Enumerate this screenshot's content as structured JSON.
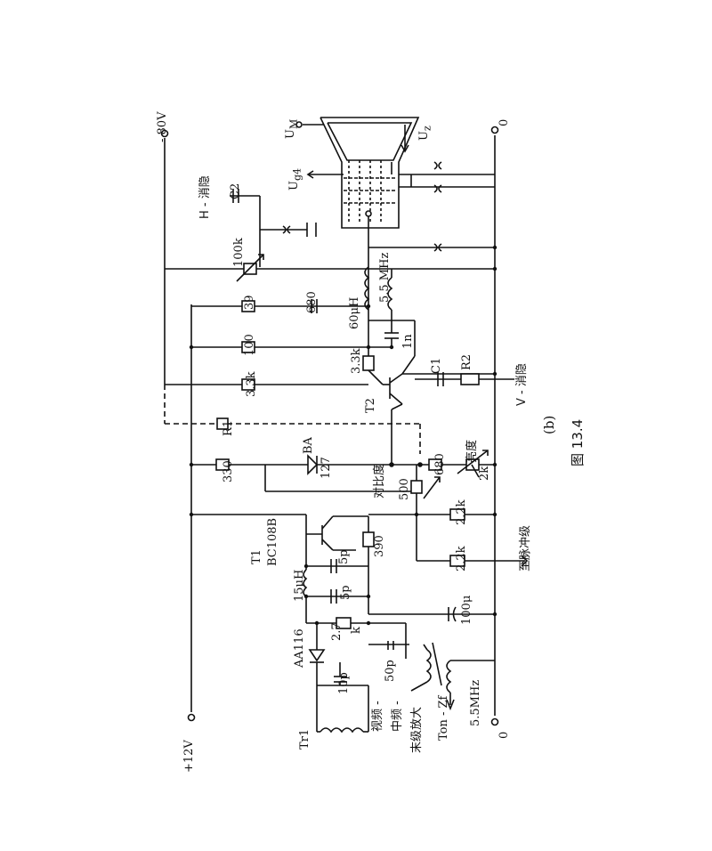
{
  "figure": {
    "caption": "图 13.4",
    "sub_label": "(b)"
  },
  "terminals": {
    "neg80v": "- 80V",
    "pos12v": "+12V",
    "zero_top": "0",
    "zero_bottom": "0"
  },
  "labels": {
    "h_blank": "H - 消隐",
    "v_blank": "V - 消隐",
    "sync": "至脉冲级",
    "brightness": "亮度",
    "contrast": "对比度",
    "video_if_1": "视频 -",
    "video_if_2": "中频 -",
    "video_if_3": "末级放大",
    "ton_zf": "Ton - Zf",
    "freq": "5.5MHz",
    "freq_coil": "5.5 MHz",
    "um": "U",
    "um_sub": "M",
    "ug4": "U",
    "ug4_sub": "g4",
    "uz": "U",
    "uz_sub": "z"
  },
  "components": {
    "c2": "C2",
    "r100k": "100k",
    "r39": "39",
    "c680": "680",
    "l60": "60μH",
    "c1n": "1n",
    "r100": "100",
    "r33k_a": "3.3k",
    "r33k_b": "3.3k",
    "c1": "C1",
    "r2": "R2",
    "t2": "T2",
    "r1": "R1",
    "r330": "330",
    "ba": "BA",
    "ba_num": "127",
    "r680": "680",
    "p2k": "2k",
    "p500": "500",
    "r22k_a": "2.2k",
    "r22k_b": "2.2k",
    "t1": "T1",
    "t1_type": "BC108B",
    "c5p_a": "5p",
    "r390": "390",
    "l15": "15μH",
    "c5p_b": "5p",
    "c100u": "100μ",
    "aa116": "AA116",
    "r27k_a": "2.7",
    "r27k_b": "k",
    "c10p": "10p",
    "c50p": "50p",
    "tr1": "Tr1"
  }
}
